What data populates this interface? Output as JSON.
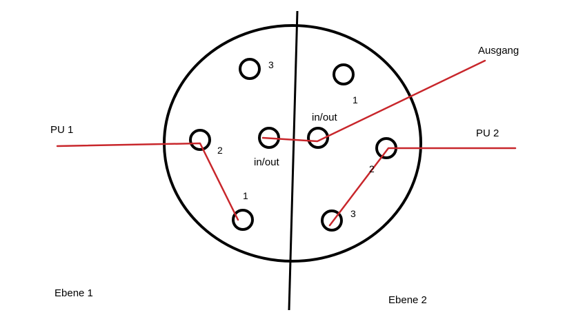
{
  "colors": {
    "ink": "#000000",
    "wire": "#c8262b",
    "background": "#ffffff"
  },
  "labels": {
    "pu1": "PU 1",
    "pu2": "PU 2",
    "ausgang": "Ausgang",
    "ebene1": "Ebene 1",
    "ebene2": "Ebene 2",
    "inout_left": "in/out",
    "inout_right": "in/out",
    "deck1_pos1": "1",
    "deck1_pos2": "2",
    "deck1_pos3": "3",
    "deck2_pos1": "1",
    "deck2_pos2": "2",
    "deck2_pos3": "3"
  }
}
